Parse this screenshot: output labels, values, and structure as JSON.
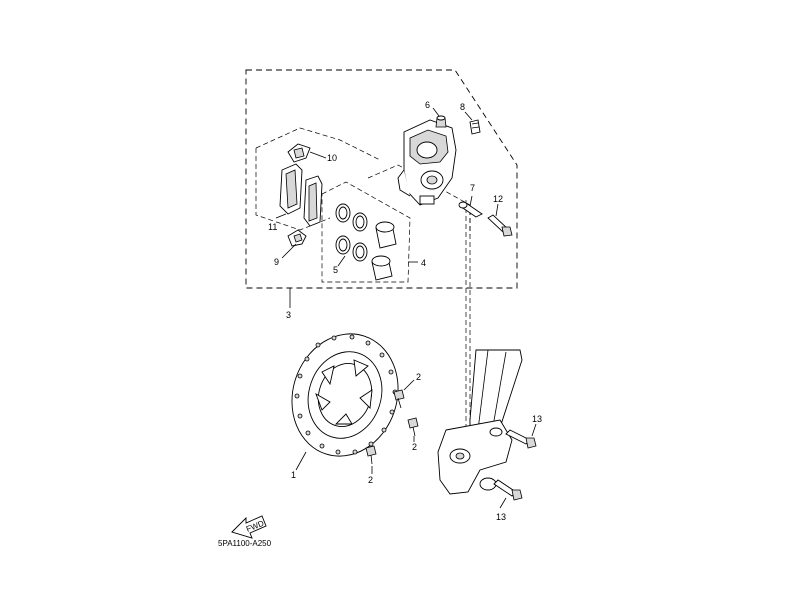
{
  "callouts": {
    "c1": "1",
    "c2a": "2",
    "c2b": "2",
    "c2c": "2",
    "c3": "3",
    "c4": "4",
    "c5": "5",
    "c6": "6",
    "c7": "7",
    "c8": "8",
    "c9": "9",
    "c10": "10",
    "c11": "11",
    "c12": "12",
    "c13a": "13",
    "c13b": "13"
  },
  "fwd_label": "FWD",
  "diagram_code": "5PA1100-A250"
}
